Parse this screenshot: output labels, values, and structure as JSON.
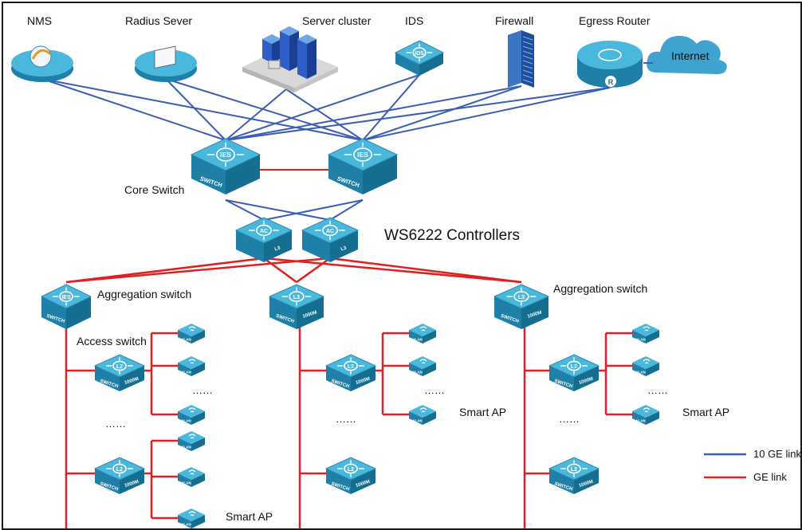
{
  "colors": {
    "ten_ge": "#3a5db5",
    "ge": "#e02020",
    "device_top": "#4ab8dc",
    "device_side": "#1f7fa6",
    "device_dark": "#156d8f",
    "cloud": "#3fa3cf"
  },
  "top_devices": {
    "nms": "NMS",
    "radius": "Radius Sever",
    "server_cluster": "Server cluster",
    "ids": "IDS",
    "firewall": "Firewall",
    "egress_router": "Egress Router",
    "internet": "Internet"
  },
  "device_marks": {
    "ids": "IDS",
    "router": "R",
    "ies": "IES",
    "switch": "SWITCH",
    "ac": "AC",
    "l3": "L3",
    "l2": "L2",
    "speed": "1000M",
    "wlan": "WLAN"
  },
  "core": {
    "label": "Core Switch"
  },
  "controllers": {
    "label": "WS6222 Controllers"
  },
  "aggregation": {
    "left_label": "Aggregation switch",
    "right_label": "Aggregation switch"
  },
  "access": {
    "label": "Access switch"
  },
  "ellipsis": "……",
  "smart_ap": "Smart AP",
  "legend": {
    "ten_ge": "10 GE link",
    "ge": "GE link"
  }
}
